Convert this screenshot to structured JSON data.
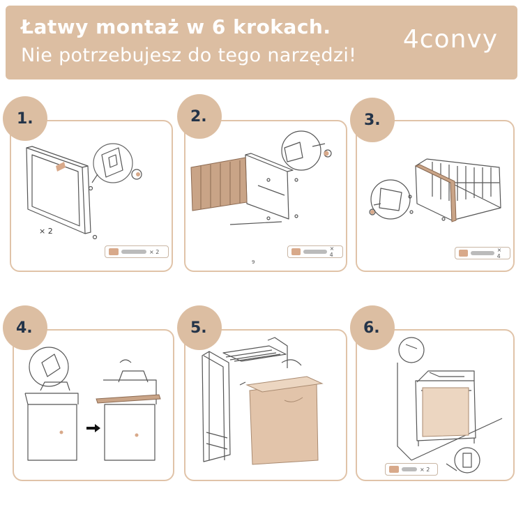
{
  "header": {
    "title": "Łatwy montaż w 6 krokach.",
    "subtitle": "Nie potrzebujesz do tego narzędzi!",
    "brand": "4convy"
  },
  "steps": [
    {
      "number": "1.",
      "multiplier": "× 2",
      "part_qty": "× 2"
    },
    {
      "number": "2.",
      "part_qty": "× 4",
      "page_number": "9"
    },
    {
      "number": "3.",
      "part_qty": "× 4"
    },
    {
      "number": "4."
    },
    {
      "number": "5."
    },
    {
      "number": "6.",
      "part_qty": "× 2"
    }
  ],
  "colors": {
    "accent": "#dcbea2",
    "panel_border": "#e0c3a8",
    "step_number": "#243449",
    "wood": "#c9a487",
    "bag": "#e2c4aa"
  }
}
